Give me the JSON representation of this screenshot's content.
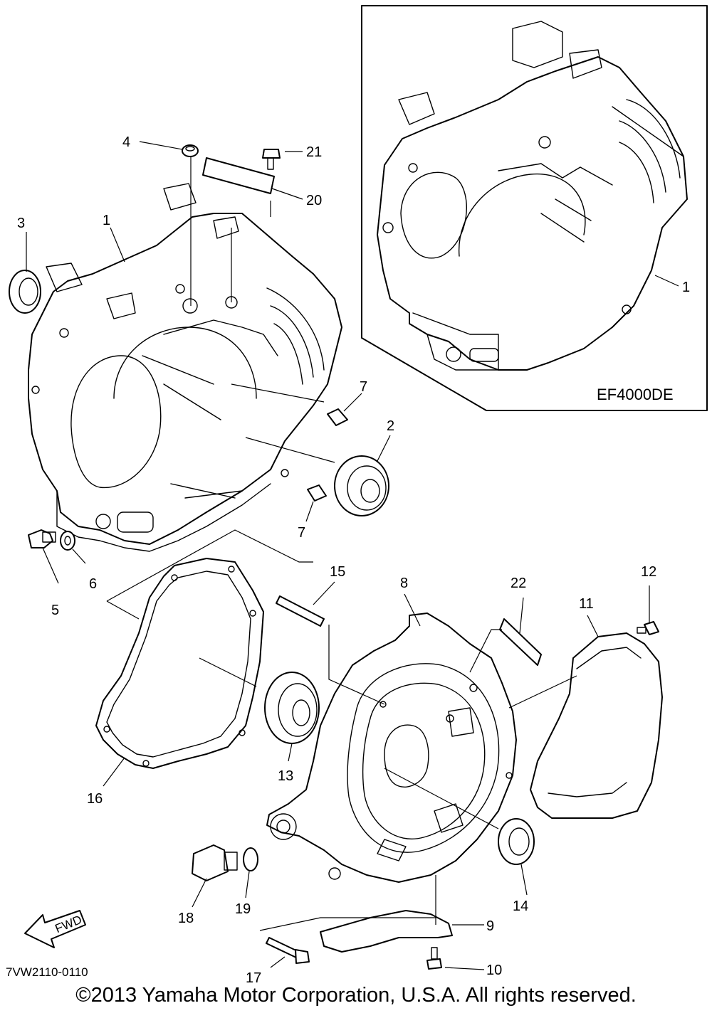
{
  "diagram": {
    "inset_model": "EF4000DE",
    "figure_code": "7VW2110-0110",
    "fwd_arrow_label": "FWD",
    "callouts": {
      "c1_left": "1",
      "c1_inset": "1",
      "c2": "2",
      "c3": "3",
      "c4": "4",
      "c5": "5",
      "c6": "6",
      "c7_upper": "7",
      "c7_lower": "7",
      "c8": "8",
      "c9": "9",
      "c10": "10",
      "c11": "11",
      "c12": "12",
      "c13": "13",
      "c14": "14",
      "c15": "15",
      "c16": "16",
      "c17": "17",
      "c18": "18",
      "c19": "19",
      "c20": "20",
      "c21": "21",
      "c22": "22"
    }
  },
  "footer": {
    "copyright": "©2013 Yamaha Motor Corporation, U.S.A. All rights reserved."
  }
}
